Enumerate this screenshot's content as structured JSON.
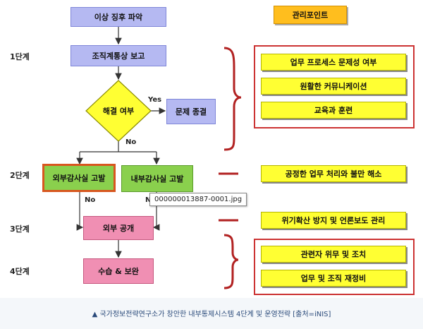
{
  "stages": {
    "s1": "1단계",
    "s2": "2단계",
    "s3": "3단계",
    "s4": "4단계"
  },
  "flow": {
    "detect": "이상 징후 파악",
    "report": "조직계통상 보고",
    "resolve": "해결 여부",
    "yes": "Yes",
    "no": "No",
    "close": "문제 종결",
    "external_audit": "외부감사실 고발",
    "internal_audit": "내부감사실 고발",
    "no_left": "No",
    "no_right": "N",
    "public": "외부 공개",
    "remedy": "수습 & 보완"
  },
  "management": {
    "header": "관리포인트",
    "group1": [
      "업무 프로세스 문제성 여부",
      "원활한 커뮤니케이션",
      "교육과 훈련"
    ],
    "stage2": "공정한 업무 처리와 불만 해소",
    "stage3": "위기확산 방지 및 언론보도 관리",
    "group4": [
      "관련자 위무 및 조치",
      "업무 및 조직 재정비"
    ]
  },
  "tooltip": "000000013887-0001.jpg",
  "caption": "▲ 국가정보전략연구소가 창안한 내부통제시스템 4단계 및 운영전략 [출처=iNIS]",
  "colors": {
    "flow_box": "#b5b9f2",
    "public_box": "#f08fb3",
    "audit_box": "#8ad04d",
    "point_box": "#ffff33",
    "header_box": "#ffbe1e",
    "accent_red": "#cc3333"
  }
}
